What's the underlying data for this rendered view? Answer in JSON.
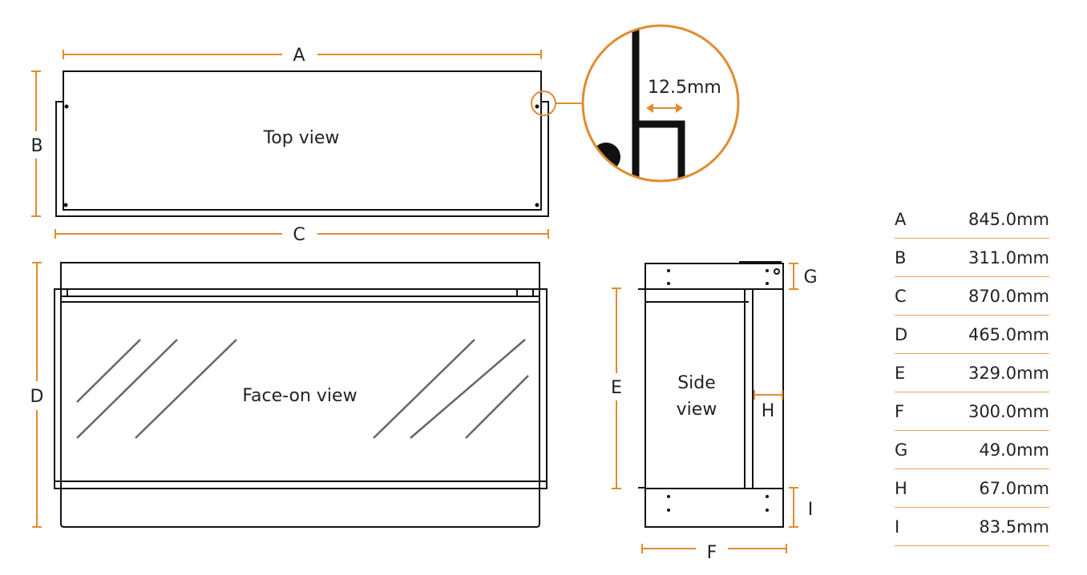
{
  "views": {
    "top": "Top view",
    "face": "Face-on view",
    "side_line1": "Side",
    "side_line2": "view"
  },
  "detail": {
    "gap": "12.5mm"
  },
  "dimension_letters": {
    "A": "A",
    "B": "B",
    "C": "C",
    "D": "D",
    "E": "E",
    "F": "F",
    "G": "G",
    "H": "H",
    "I": "I"
  },
  "colors": {
    "accent": "#e08c31",
    "line": "#111111"
  },
  "specs": [
    {
      "label": "A",
      "value": "845.0mm"
    },
    {
      "label": "B",
      "value": "311.0mm"
    },
    {
      "label": "C",
      "value": "870.0mm"
    },
    {
      "label": "D",
      "value": "465.0mm"
    },
    {
      "label": "E",
      "value": "329.0mm"
    },
    {
      "label": "F",
      "value": "300.0mm"
    },
    {
      "label": "G",
      "value": "49.0mm"
    },
    {
      "label": "H",
      "value": "67.0mm"
    },
    {
      "label": "I",
      "value": "83.5mm"
    }
  ]
}
